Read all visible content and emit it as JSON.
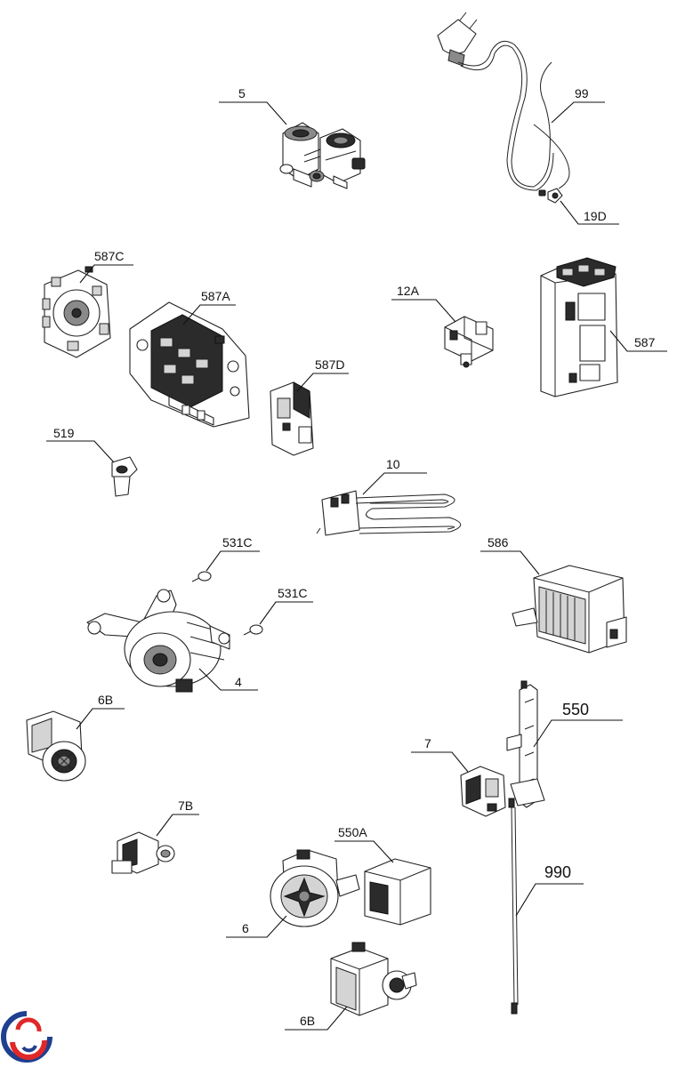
{
  "labels": {
    "p5": "5",
    "p99": "99",
    "p19d": "19D",
    "p587c": "587C",
    "p587a": "587A",
    "p12a": "12A",
    "p587": "587",
    "p587d": "587D",
    "p519": "519",
    "p10": "10",
    "p531c_a": "531C",
    "p531c_b": "531C",
    "p586": "586",
    "p4": "4",
    "p550": "550",
    "p6b_a": "6B",
    "p7": "7",
    "p7b": "7B",
    "p550a": "550A",
    "p990": "990",
    "p6": "6",
    "p6b_b": "6B"
  },
  "logo": {
    "icon": "brand-logo-icon",
    "colors": [
      "#1f3f8f",
      "#e02828"
    ]
  }
}
